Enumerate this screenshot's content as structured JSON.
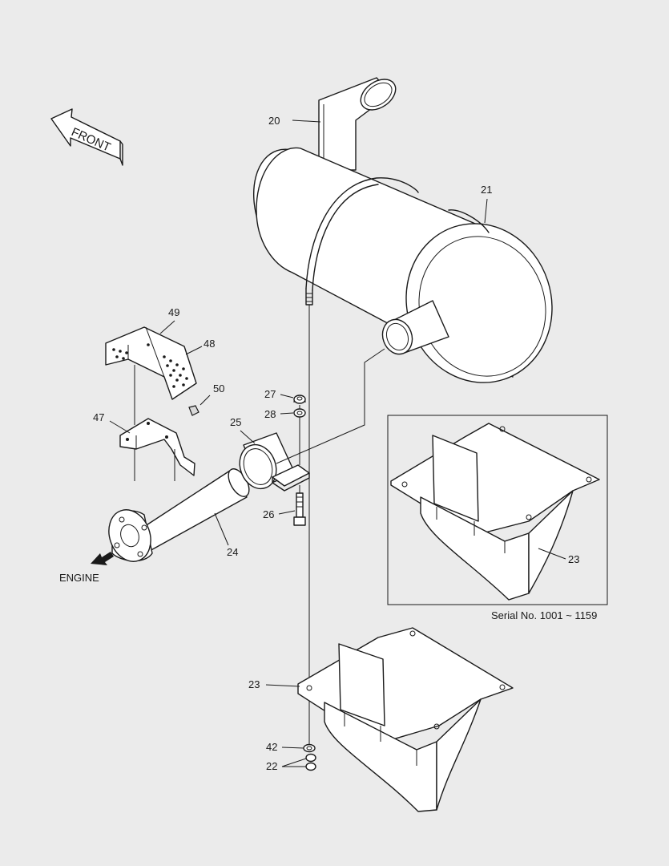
{
  "labels": {
    "front": "FRONT",
    "engine": "ENGINE",
    "serial_note": "Serial No. 1001 ~ 1159",
    "parts": {
      "p20": "20",
      "p21": "21",
      "p22": "22",
      "p23a": "23",
      "p23b": "23",
      "p24": "24",
      "p25": "25",
      "p26": "26",
      "p27": "27",
      "p28": "28",
      "p42": "42",
      "p47": "47",
      "p48": "48",
      "p49": "49",
      "p50": "50"
    }
  }
}
